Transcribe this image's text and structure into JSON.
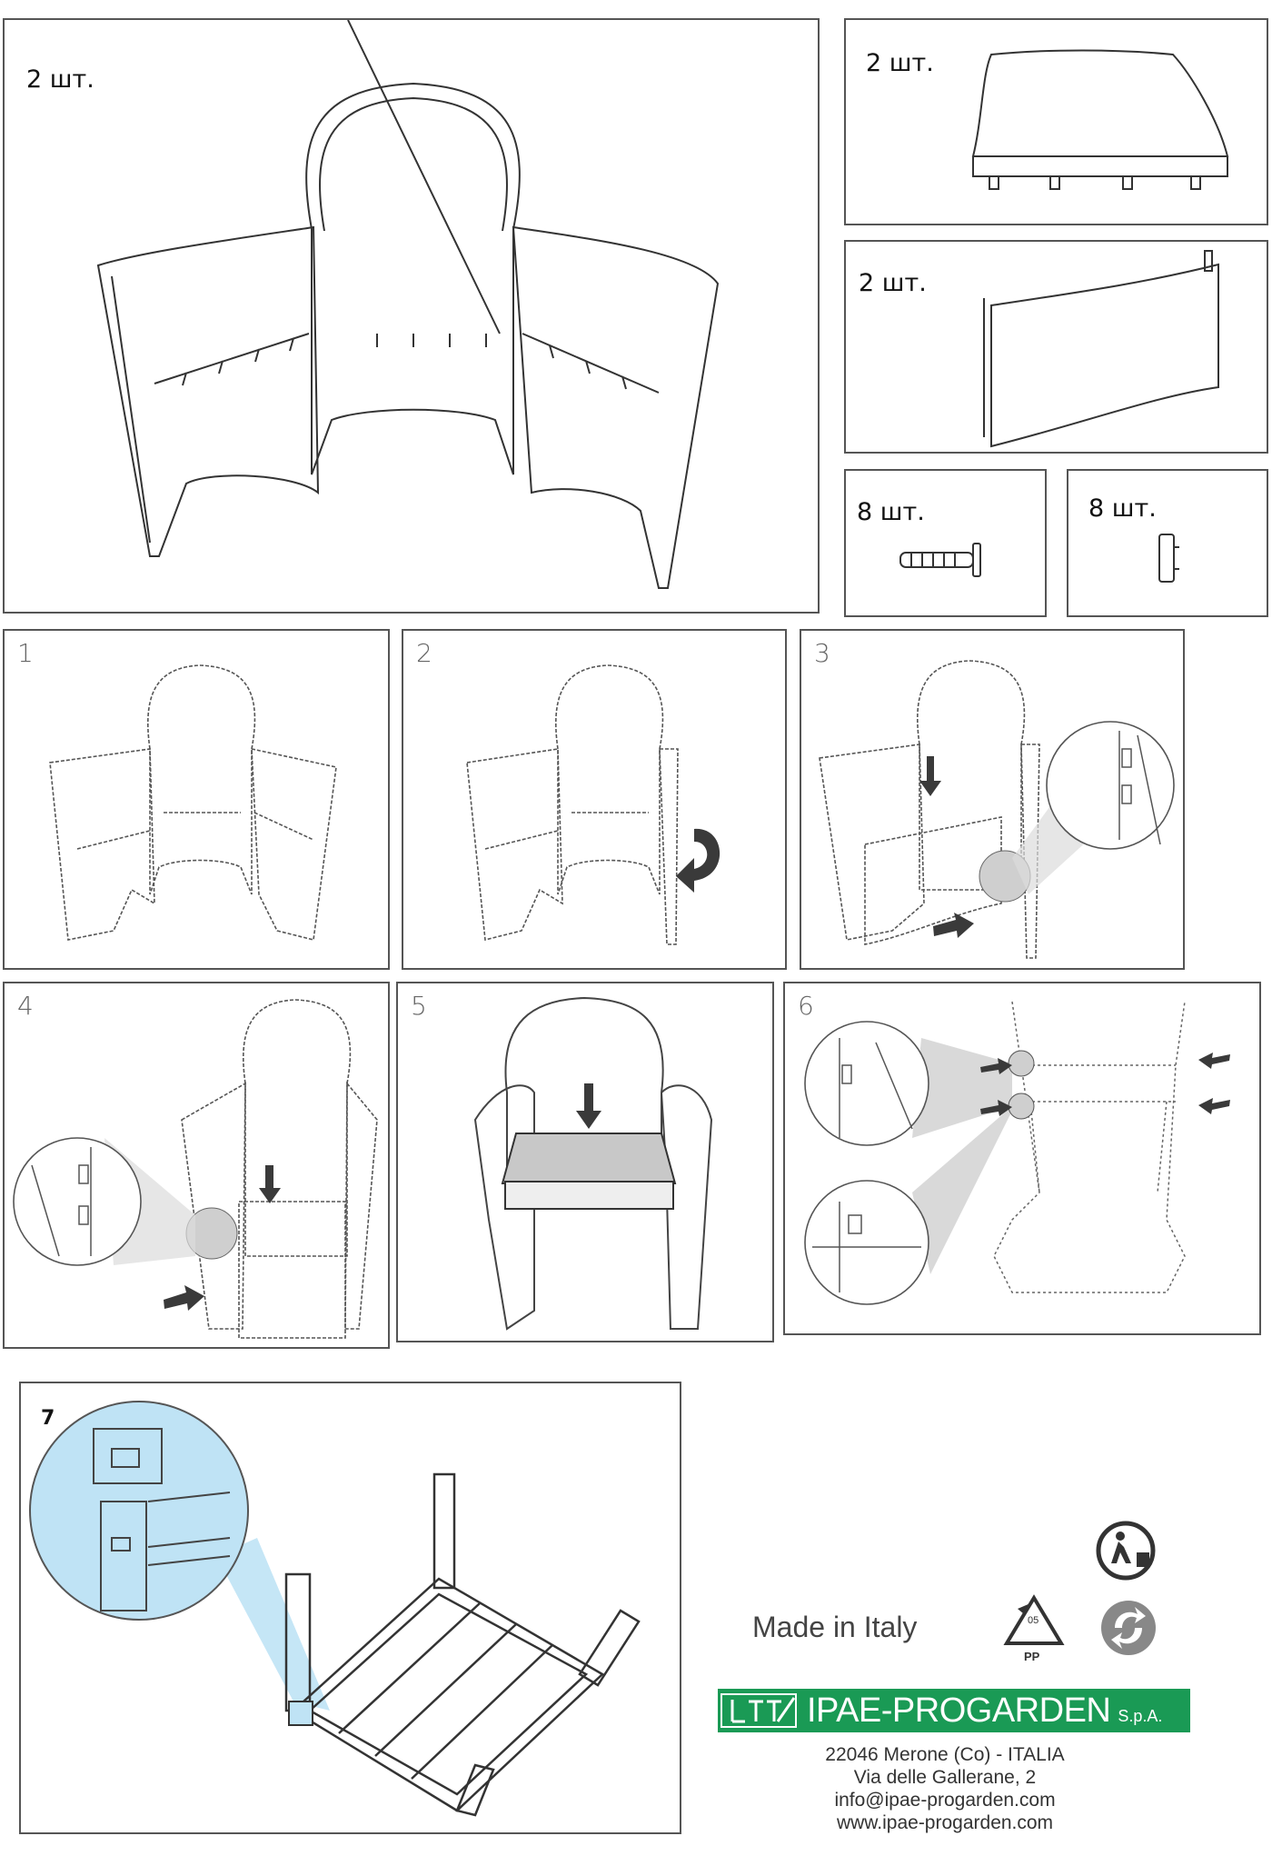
{
  "parts": [
    {
      "qty": "2 шт."
    },
    {
      "qty": "2 шт."
    },
    {
      "qty": "2 шт."
    },
    {
      "qty": "8 шт."
    },
    {
      "qty": "8 шт."
    }
  ],
  "steps": [
    "1",
    "2",
    "3",
    "4",
    "5",
    "6",
    "7"
  ],
  "footer": {
    "made_in": "Made in Italy",
    "recycle_code": "05",
    "recycle_material": "PP",
    "brand": "IPAE-PROGARDEN",
    "brand_suffix": "S.p.A.",
    "address_lines": [
      "22046 Merone (Co) - ITALIA",
      "Via delle Gallerane, 2",
      "info@ipae-progarden.com",
      "www.ipae-progarden.com"
    ]
  },
  "colors": {
    "brand_green": "#1a9a55",
    "highlight_blue": "#bfe3f5",
    "zoom_gray": "#cfcfcf"
  }
}
